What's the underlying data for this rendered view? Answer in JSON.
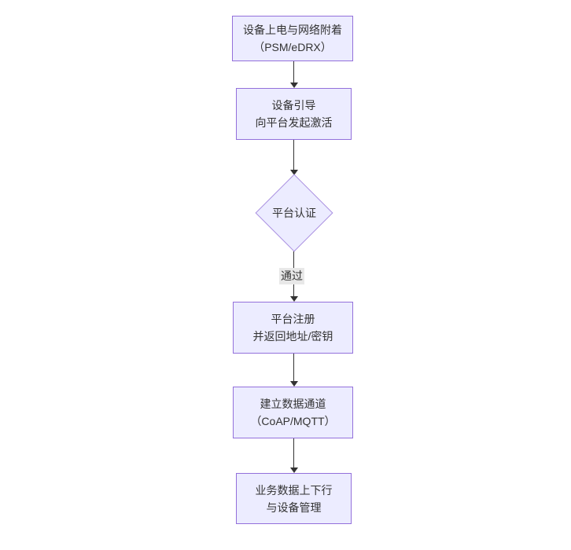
{
  "diagram": {
    "type": "flowchart",
    "direction": "top-down",
    "colors": {
      "background": "#ffffff",
      "node_fill": "#ECECFF",
      "node_border": "#9370DB",
      "text": "#333333",
      "arrow": "#333333",
      "edge_label_bg": "#e8e8e8"
    },
    "nodes": [
      {
        "id": "attach",
        "shape": "rect",
        "line1": "设备上电与网络附着",
        "line2": "（PSM/eDRX）"
      },
      {
        "id": "boot",
        "shape": "rect",
        "line1": "设备引导",
        "line2": "向平台发起激活"
      },
      {
        "id": "auth",
        "shape": "diamond",
        "line1": "平台认证"
      },
      {
        "id": "register",
        "shape": "rect",
        "line1": "平台注册",
        "line2": "并返回地址/密钥"
      },
      {
        "id": "channel",
        "shape": "rect",
        "line1": "建立数据通道",
        "line2": "（CoAP/MQTT）"
      },
      {
        "id": "business",
        "shape": "rect",
        "line1": "业务数据上下行",
        "line2": "与设备管理"
      }
    ],
    "edges": [
      {
        "from": "attach",
        "to": "boot",
        "label": ""
      },
      {
        "from": "boot",
        "to": "auth",
        "label": ""
      },
      {
        "from": "auth",
        "to": "register",
        "label": "通过"
      },
      {
        "from": "register",
        "to": "channel",
        "label": ""
      },
      {
        "from": "channel",
        "to": "business",
        "label": ""
      }
    ]
  }
}
